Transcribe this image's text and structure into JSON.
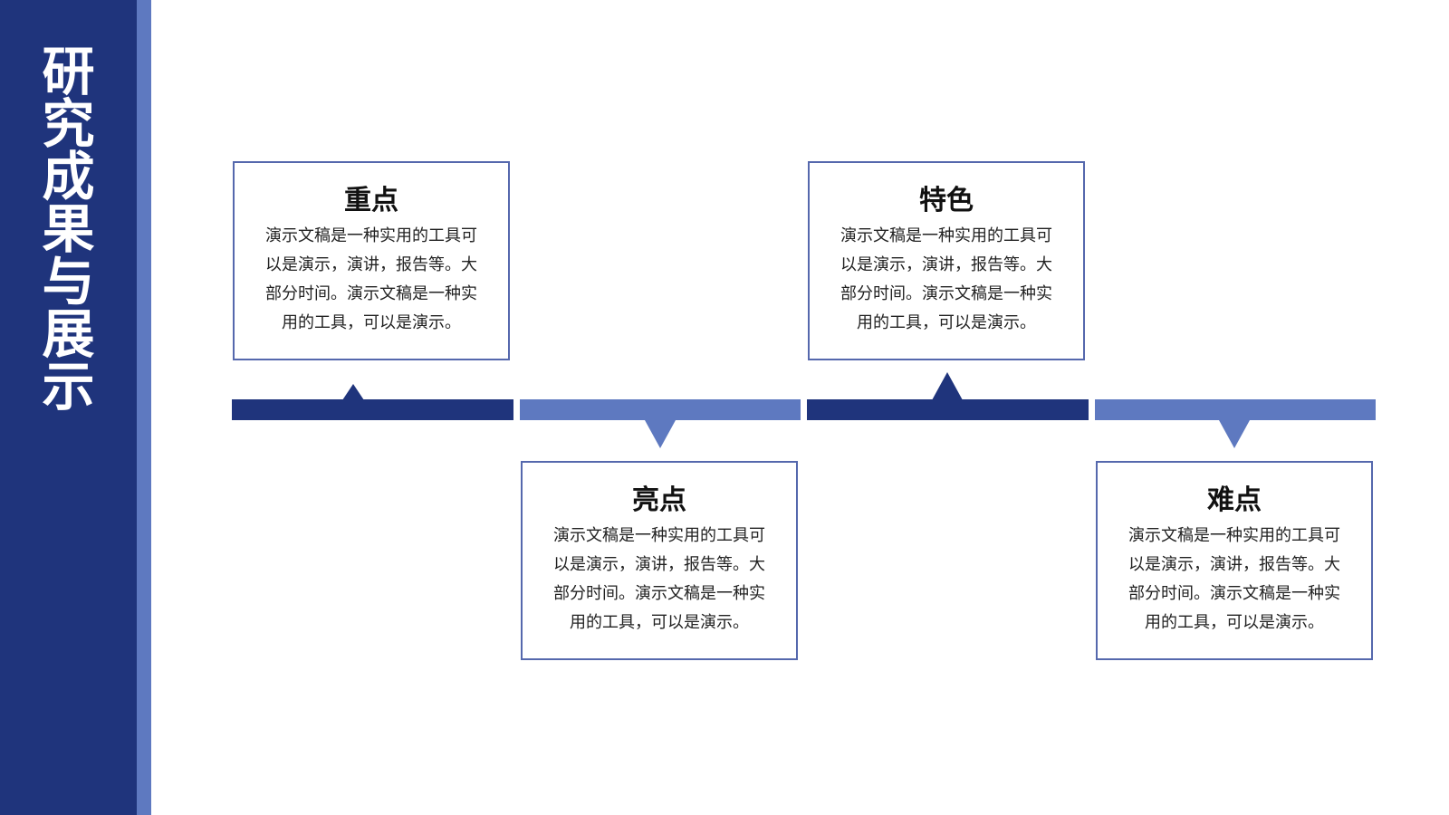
{
  "slide": {
    "title": "研究成果与展示",
    "title_chars": [
      "研",
      "究",
      "成",
      "果",
      "与",
      "展",
      "示"
    ]
  },
  "items": [
    {
      "title": "重点",
      "body": "演示文稿是一种实用的工具可以是演示，演讲，报告等。大部分时间。演示文稿是一种实用的工具，可以是演示。"
    },
    {
      "title": "亮点",
      "body": "演示文稿是一种实用的工具可以是演示，演讲，报告等。大部分时间。演示文稿是一种实用的工具，可以是演示。"
    },
    {
      "title": "特色",
      "body": "演示文稿是一种实用的工具可以是演示，演讲，报告等。大部分时间。演示文稿是一种实用的工具，可以是演示。"
    },
    {
      "title": "难点",
      "body": "演示文稿是一种实用的工具可以是演示，演讲，报告等。大部分时间。演示文稿是一种实用的工具，可以是演示。"
    }
  ],
  "colors": {
    "primary_dark_blue": "#1f347c",
    "secondary_blue": "#5e79c0",
    "border_blue": "#5568ad",
    "background": "#ffffff",
    "text_dark": "#111111"
  }
}
